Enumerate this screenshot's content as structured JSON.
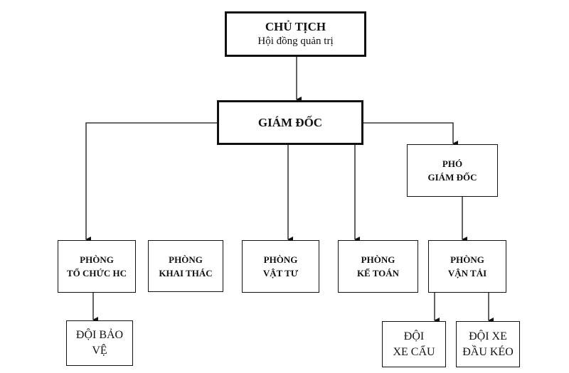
{
  "chart": {
    "chairman": {
      "title": "CHỦ TỊCH",
      "subtitle": "Hội đồng quản trị"
    },
    "director": {
      "title": "GIÁM ĐỐC"
    },
    "deputy_director": {
      "line1": "PHÓ",
      "line2": "GIÁM ĐỐC"
    },
    "departments": [
      {
        "line1": "PHÒNG",
        "line2": "TỔ CHỨC HC"
      },
      {
        "line1": "PHÒNG",
        "line2": "KHAI THÁC"
      },
      {
        "line1": "PHÒNG",
        "line2": "VẬT TƯ"
      },
      {
        "line1": "PHÒNG",
        "line2": "KẾ TOÁN"
      },
      {
        "line1": "PHÒNG",
        "line2": "VẬN TẢI"
      }
    ],
    "teams": [
      {
        "line1": "ĐỘI BẢO",
        "line2": "VỆ"
      },
      {
        "line1": "ĐỘI",
        "line2": "XE CẨU"
      },
      {
        "line1": "ĐỘI XE",
        "line2": "ĐẦU KÉO"
      }
    ]
  }
}
